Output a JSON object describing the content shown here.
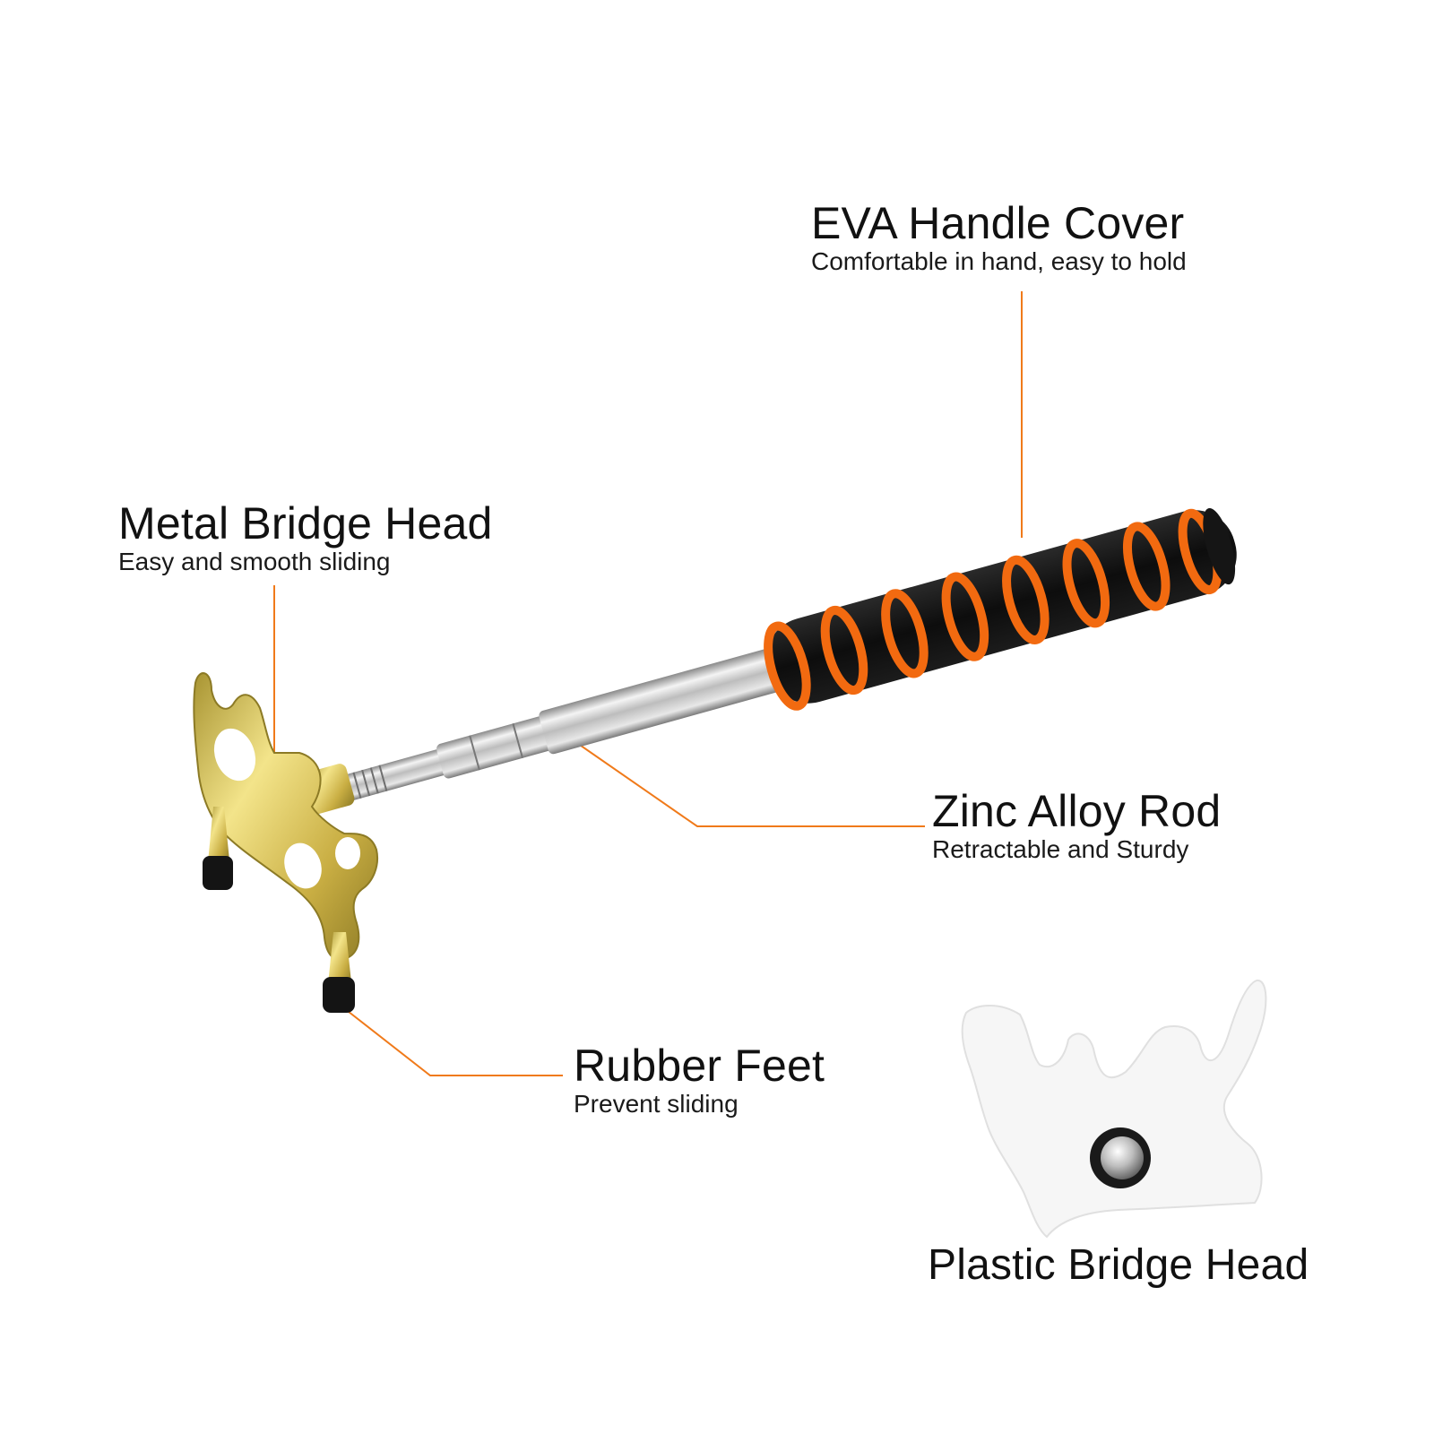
{
  "callouts": {
    "eva": {
      "title": "EVA Handle Cover",
      "subtitle": "Comfortable in hand, easy to hold"
    },
    "metal": {
      "title": "Metal Bridge Head",
      "subtitle": "Easy and smooth sliding"
    },
    "zinc": {
      "title": "Zinc Alloy Rod",
      "subtitle": "Retractable and Sturdy"
    },
    "rubber": {
      "title": "Rubber Feet",
      "subtitle": "Prevent sliding"
    },
    "plastic": {
      "title": "Plastic Bridge Head"
    }
  },
  "colors": {
    "leader_line": "#f07a1a",
    "foam": "#111111",
    "ring": "#f26a10",
    "brass": "#d8c25a",
    "steel": "#c8c8c8"
  }
}
